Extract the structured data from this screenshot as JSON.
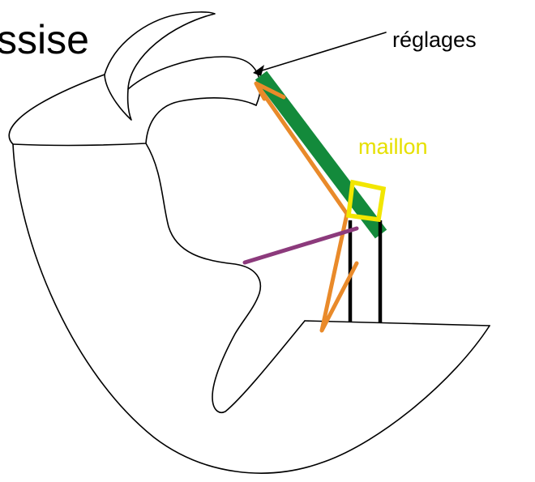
{
  "labels": {
    "title": "ssise",
    "reglages": "réglages",
    "maillon": "maillon"
  },
  "colors": {
    "outline": "#000000",
    "green_bar": "#138a3b",
    "orange_lines": "#e98a2a",
    "purple_line": "#8c3a7c",
    "maillon_box": "#f2e600",
    "maillon_text": "#e6e000",
    "uprights": "#000000",
    "text": "#000000"
  }
}
